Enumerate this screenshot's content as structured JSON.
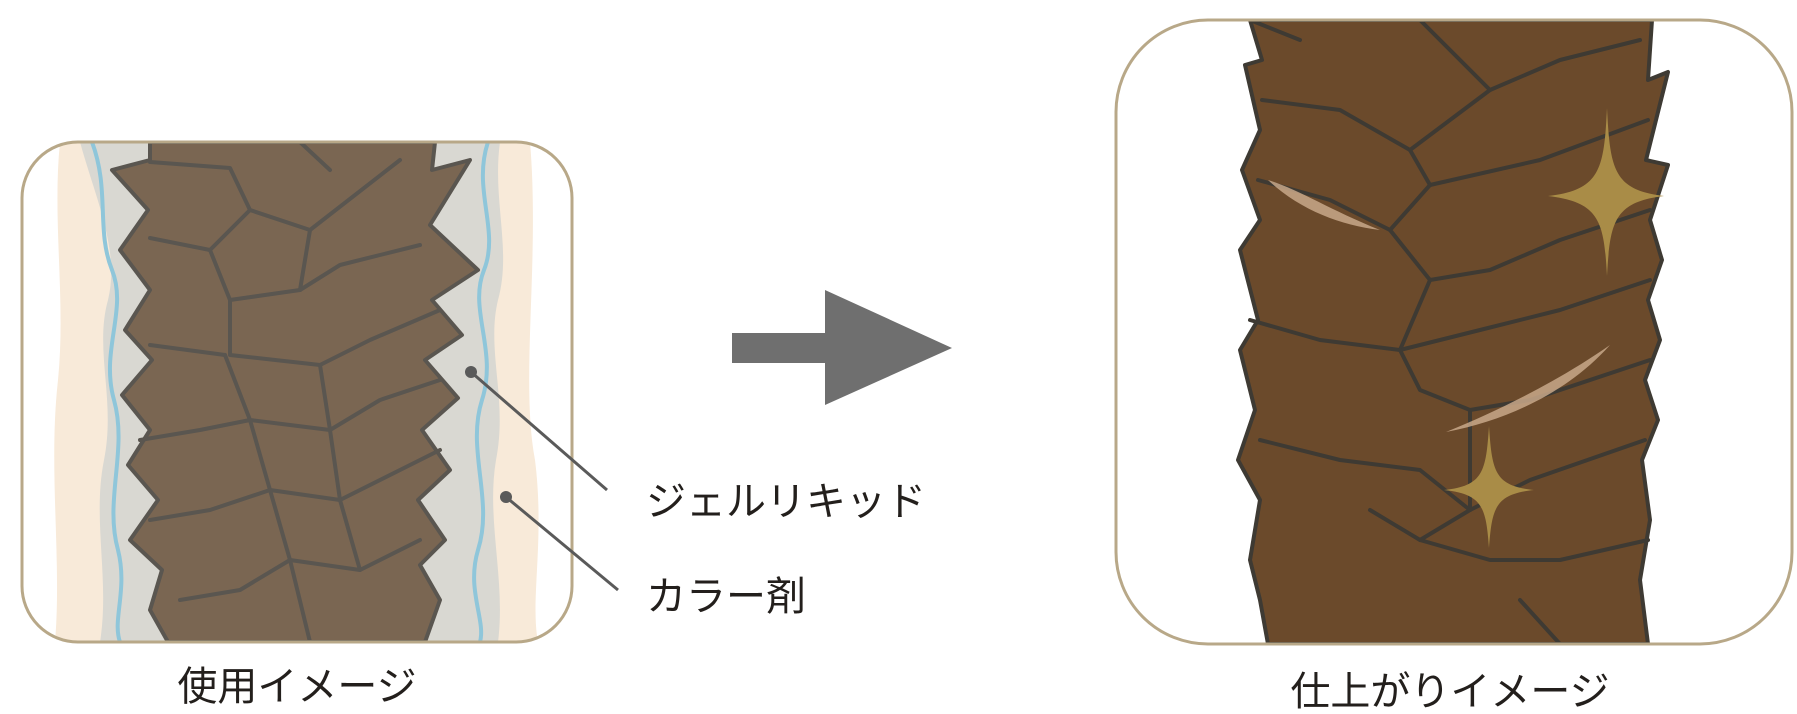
{
  "left_panel": {
    "caption": "使用イメージ",
    "callouts": [
      {
        "label": "ジェルリキッド"
      },
      {
        "label": "カラー剤"
      }
    ]
  },
  "right_panel": {
    "caption": "仕上がりイメージ"
  },
  "arrow": {
    "direction": "right"
  },
  "colors": {
    "frame_stroke": "#b8a888",
    "color_agent_bg": "#f8ead9",
    "gel_liquid": "#d9d8d2",
    "gel_edge": "#8fc6da",
    "hair_before": "#7a6652",
    "hair_after": "#6b4a2b",
    "cuticle_line": "#4b4b45",
    "sparkle": "#a98c47",
    "arrow": "#6f6f6f"
  }
}
